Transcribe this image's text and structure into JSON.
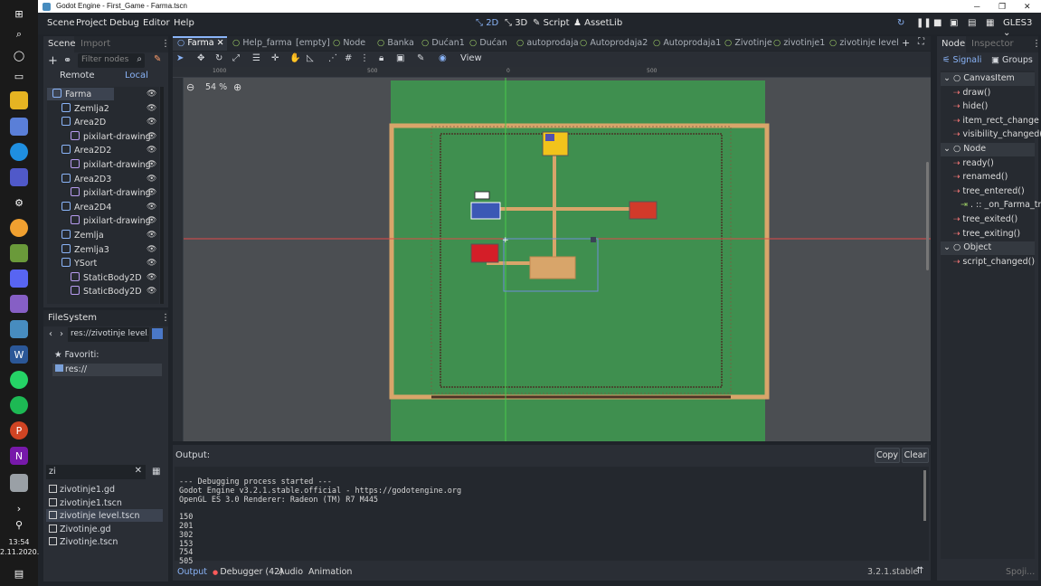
{
  "window": {
    "title": "Godot Engine - First_Game - Farma.tscn",
    "controls": [
      "─",
      "❐",
      "✕"
    ]
  },
  "taskbar": {
    "time": "13:54",
    "date": "2.11.2020."
  },
  "menubar": {
    "items": [
      "Scene",
      "Project",
      "Debug",
      "Editor",
      "Help"
    ],
    "modes": [
      "2D",
      "3D",
      "Script",
      "AssetLib"
    ],
    "renderer": "GLES3"
  },
  "scene_dock": {
    "tabs": [
      "Scene",
      "Import"
    ],
    "filter_placeholder": "Filter nodes",
    "remote_label": "Remote",
    "local_label": "Local",
    "nodes": [
      {
        "label": "Farma",
        "depth": 0
      },
      {
        "label": "Zemlja2",
        "depth": 1
      },
      {
        "label": "Area2D",
        "depth": 1
      },
      {
        "label": "pixilart-drawing",
        "depth": 2
      },
      {
        "label": "Area2D2",
        "depth": 1
      },
      {
        "label": "pixilart-drawing",
        "depth": 2
      },
      {
        "label": "Area2D3",
        "depth": 1
      },
      {
        "label": "pixilart-drawing",
        "depth": 2
      },
      {
        "label": "Area2D4",
        "depth": 1
      },
      {
        "label": "pixilart-drawing",
        "depth": 2
      },
      {
        "label": "Zemlja",
        "depth": 1
      },
      {
        "label": "Zemlja3",
        "depth": 1
      },
      {
        "label": "YSort",
        "depth": 1
      },
      {
        "label": "StaticBody2D",
        "depth": 2
      },
      {
        "label": "StaticBody2D",
        "depth": 2
      }
    ]
  },
  "filesystem": {
    "title": "FileSystem",
    "path": "res://zivotinje level.t",
    "favorites_label": "Favoriti:",
    "root_label": "res://",
    "search_value": "zi",
    "files": [
      "zivotinje1.gd",
      "zivotinje1.tscn",
      "zivotinje level.tscn",
      "Zivotinje.gd",
      "Zivotinje.tscn"
    ]
  },
  "editor_tabs": [
    "Farma",
    "Help_farma",
    "[empty]",
    "Node",
    "Banka",
    "Dućan1",
    "Dućan",
    "autoprodaja",
    "Autoprodaja2",
    "Autoprodaja1",
    "Zivotinje",
    "zivotinje1",
    "zivotinje level"
  ],
  "toolbar": {
    "view_label": "View"
  },
  "viewport": {
    "zoom": "54 %",
    "ruler_labels": [
      "1000",
      "500",
      "0",
      "500"
    ]
  },
  "output": {
    "title": "Output:",
    "copy_label": "Copy",
    "clear_label": "Clear",
    "lines": [
      "--- Debugging process started ---",
      "Godot Engine v3.2.1.stable.official - https://godotengine.org",
      "OpenGL ES 3.0 Renderer: Radeon (TM) R7 M445",
      "",
      "150",
      "201",
      "302",
      "153",
      "754",
      "505"
    ],
    "bottom_tabs": [
      "Output",
      "Debugger (42)",
      "Audio",
      "Animation"
    ],
    "version": "3.2.1.stable"
  },
  "node_dock": {
    "tabs": [
      "Node",
      "Inspector"
    ],
    "signals_label": "Signali",
    "groups_label": "Groups",
    "entries": [
      {
        "label": "CanvasItem",
        "kind": "category"
      },
      {
        "label": "draw()",
        "kind": "signal"
      },
      {
        "label": "hide()",
        "kind": "signal"
      },
      {
        "label": "item_rect_change",
        "kind": "signal"
      },
      {
        "label": "visibility_changed(",
        "kind": "signal"
      },
      {
        "label": "Node",
        "kind": "category"
      },
      {
        "label": "ready()",
        "kind": "signal"
      },
      {
        "label": "renamed()",
        "kind": "signal"
      },
      {
        "label": "tree_entered()",
        "kind": "signal"
      },
      {
        "label": ". :: _on_Farma_tr",
        "kind": "connection"
      },
      {
        "label": "tree_exited()",
        "kind": "signal"
      },
      {
        "label": "tree_exiting()",
        "kind": "signal"
      },
      {
        "label": "Object",
        "kind": "category"
      },
      {
        "label": "script_changed()",
        "kind": "signal"
      }
    ],
    "connect_label": "Spoji..."
  },
  "colors": {
    "accent": "#8ab4f8",
    "grass": "#3f8f4f",
    "fence": "#d8a56a",
    "panel": "#2a2e35"
  }
}
